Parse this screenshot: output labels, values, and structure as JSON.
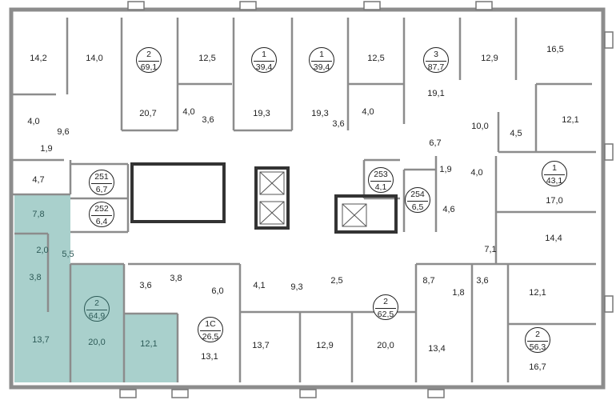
{
  "highlight_color": "#a9d0cc",
  "top": [
    {
      "a": "14,2"
    },
    {
      "a": "14,0"
    },
    {
      "n": "2",
      "a": "69,1"
    },
    {
      "a": "20,7"
    },
    {
      "a": "12,5"
    },
    {
      "n": "1",
      "a": "39,4"
    },
    {
      "a": "19,3"
    },
    {
      "n": "1",
      "a": "39,4"
    },
    {
      "a": "19,3"
    },
    {
      "a": "12,5"
    },
    {
      "n": "3",
      "a": "87,7"
    },
    {
      "a": "19,1"
    },
    {
      "a": "12,9"
    },
    {
      "a": "16,5"
    },
    {
      "a": "12,1"
    },
    {
      "a": "10,0"
    },
    {
      "a": "4,5"
    },
    {
      "a": "6,7"
    },
    {
      "a": "4,0"
    },
    {
      "a": "3,6"
    },
    {
      "a": "3,6"
    },
    {
      "a": "4,0"
    },
    {
      "a": "4,0"
    },
    {
      "a": "9,6"
    },
    {
      "a": "1,9"
    },
    {
      "a": "4,7"
    }
  ],
  "middle": [
    {
      "n": "251",
      "a": "6,7"
    },
    {
      "n": "252",
      "a": "6,4"
    },
    {
      "n": "253",
      "a": "4,1"
    },
    {
      "n": "254",
      "a": "6,5"
    },
    {
      "a": "1,9"
    },
    {
      "a": "4,0"
    },
    {
      "a": "4,6"
    },
    {
      "n": "1",
      "a": "43,1"
    },
    {
      "a": "17,0"
    },
    {
      "a": "14,4"
    },
    {
      "a": "7,1"
    }
  ],
  "selected": [
    {
      "a": "7,8"
    },
    {
      "a": "2,0"
    },
    {
      "a": "5,5"
    },
    {
      "a": "3,8"
    },
    {
      "n": "2",
      "a": "64,9"
    },
    {
      "a": "13,7"
    },
    {
      "a": "20,0"
    },
    {
      "a": "12,1"
    }
  ],
  "bottom": [
    {
      "a": "3,6"
    },
    {
      "a": "3,8"
    },
    {
      "a": "6,0"
    },
    {
      "a": "4,1"
    },
    {
      "a": "9,3"
    },
    {
      "a": "2,5"
    },
    {
      "n": "2",
      "a": "62,5"
    },
    {
      "a": "20,0"
    },
    {
      "n": "1С",
      "a": "26,5"
    },
    {
      "a": "13,1"
    },
    {
      "a": "13,7"
    },
    {
      "a": "12,9"
    },
    {
      "a": "8,7"
    },
    {
      "a": "1,8"
    },
    {
      "a": "3,6"
    },
    {
      "a": "12,1"
    },
    {
      "a": "13,4"
    },
    {
      "n": "2",
      "a": "56,3"
    },
    {
      "a": "16,7"
    }
  ]
}
